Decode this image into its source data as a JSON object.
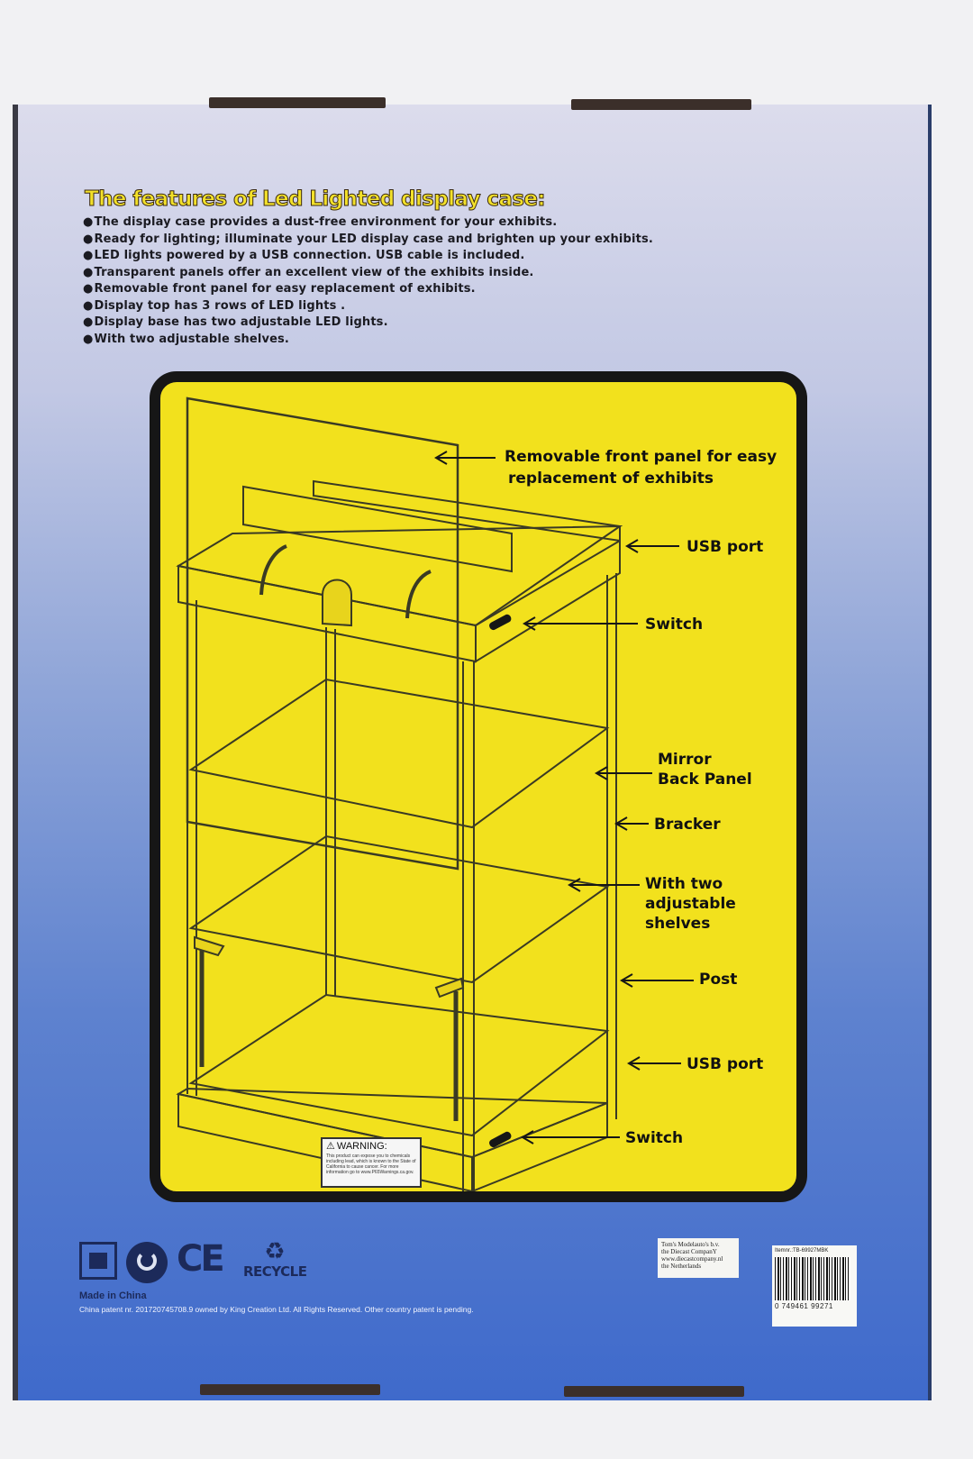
{
  "heading": "The features of Led Lighted display case:",
  "features": [
    "The display case provides a dust-free environment for your exhibits.",
    "Ready for lighting; illuminate your LED display case and brighten up your exhibits.",
    "LED lights powered by a USB connection. USB cable is included.",
    "Transparent panels offer an excellent view of the exhibits inside.",
    "Removable front panel for easy replacement of exhibits.",
    "Display top has 3 rows of LED lights .",
    "Display base has two adjustable LED lights.",
    "With two adjustable shelves."
  ],
  "diagram": {
    "callouts": {
      "front_panel_1": "Removable front panel for easy",
      "front_panel_2": "replacement of exhibits",
      "usb_top": "USB port",
      "switch_top": "Switch",
      "mirror_1": "Mirror",
      "mirror_2": "Back Panel",
      "bracker": "Bracker",
      "shelves_1": "With two",
      "shelves_2": "adjustable",
      "shelves_3": "shelves",
      "post": "Post",
      "usb_bottom": "USB port",
      "switch_bottom": "Switch"
    }
  },
  "footer": {
    "icons": [
      "fragile-box-icon",
      "recycle-logo-icon",
      "ce-mark",
      "recycle-symbol-icon"
    ],
    "ce": "CE",
    "recycle": "RECYCLE",
    "warning_title": "WARNING:",
    "warning_text": "This product can expose you to chemicals including lead, which is known to the State of California to cause cancer. For more information go to www.P65Warnings.ca.gov.",
    "made_in": "Made in China",
    "patent": "China patent nr. 201720745708.9 owned by King Creation Ltd. All Rights Reserved. Other country patent is pending.",
    "importer_1": "Tom's Modelauto's b.v.",
    "importer_2": "the Diecast CompanY",
    "importer_3": "www.diecastcompany.nl",
    "importer_4": "the Netherlands",
    "item_no": "Itemnr.:TB-69927MBK",
    "barcode_number": "0 749461 99271"
  },
  "colors": {
    "panel": "#f2e11d",
    "heading": "#f3e12a",
    "box_top": "#dcdcec",
    "box_bottom": "#3f6acb"
  }
}
